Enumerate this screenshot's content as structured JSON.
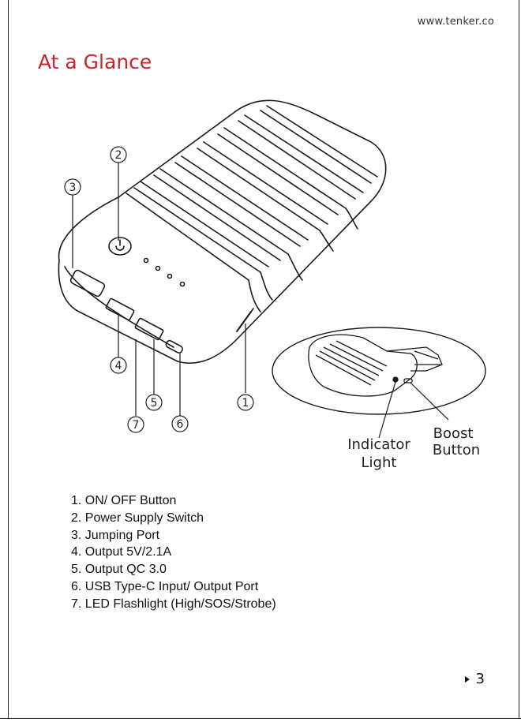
{
  "header": {
    "url": "www.tenker.co"
  },
  "section": {
    "title": "At a Glance"
  },
  "diagram": {
    "callout_numbers": [
      "1",
      "2",
      "3",
      "4",
      "5",
      "6",
      "7"
    ],
    "inset_labels": {
      "indicator_line1": "Indicator",
      "indicator_line2": "Light",
      "boost_line1": "Boost",
      "boost_line2": "Button"
    }
  },
  "features": [
    "1. ON/ OFF Button",
    "2. Power Supply Switch",
    "3. Jumping Port",
    "4. Output 5V/2.1A",
    "5. Output QC 3.0",
    "6. USB Type-C Input/ Output Port",
    "7. LED Flashlight (High/SOS/Strobe)"
  ],
  "footer": {
    "page_number": "3"
  }
}
